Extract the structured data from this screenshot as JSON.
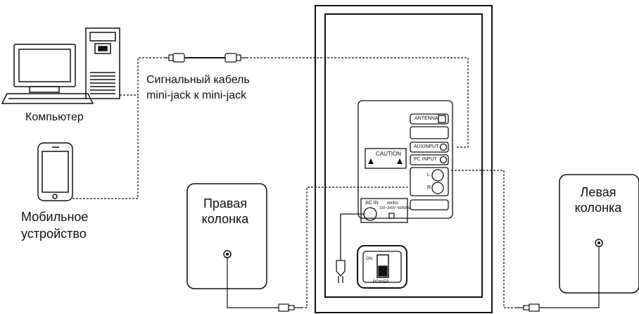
{
  "labels": {
    "cable_line1": "Сигнальный кабель",
    "cable_line2": "mini-jack к mini-jack",
    "computer": "Компьютер",
    "mobile_line1": "Мобильное",
    "mobile_line2": "устройство",
    "right_speaker_line1": "Правая",
    "right_speaker_line2": "колонка",
    "left_speaker_line1": "Левая",
    "left_speaker_line2": "колонка"
  },
  "panel": {
    "antenna": "ANTENNA",
    "aux_input": "AUXINPUT",
    "pc_input": "PC INPUT",
    "caution": "CAUTION",
    "ac_in": "AC IN",
    "mains": "MAINS",
    "mains_spec": "220~240V~50/60Hz",
    "on": "ON",
    "power": "POWER",
    "out_l": "L",
    "out_r": "R"
  },
  "icons": [
    "computer-monitor-icon",
    "pc-tower-icon",
    "keyboard-icon",
    "smartphone-icon",
    "mini-jack-plug-icon",
    "power-plug-icon",
    "warning-icon"
  ]
}
